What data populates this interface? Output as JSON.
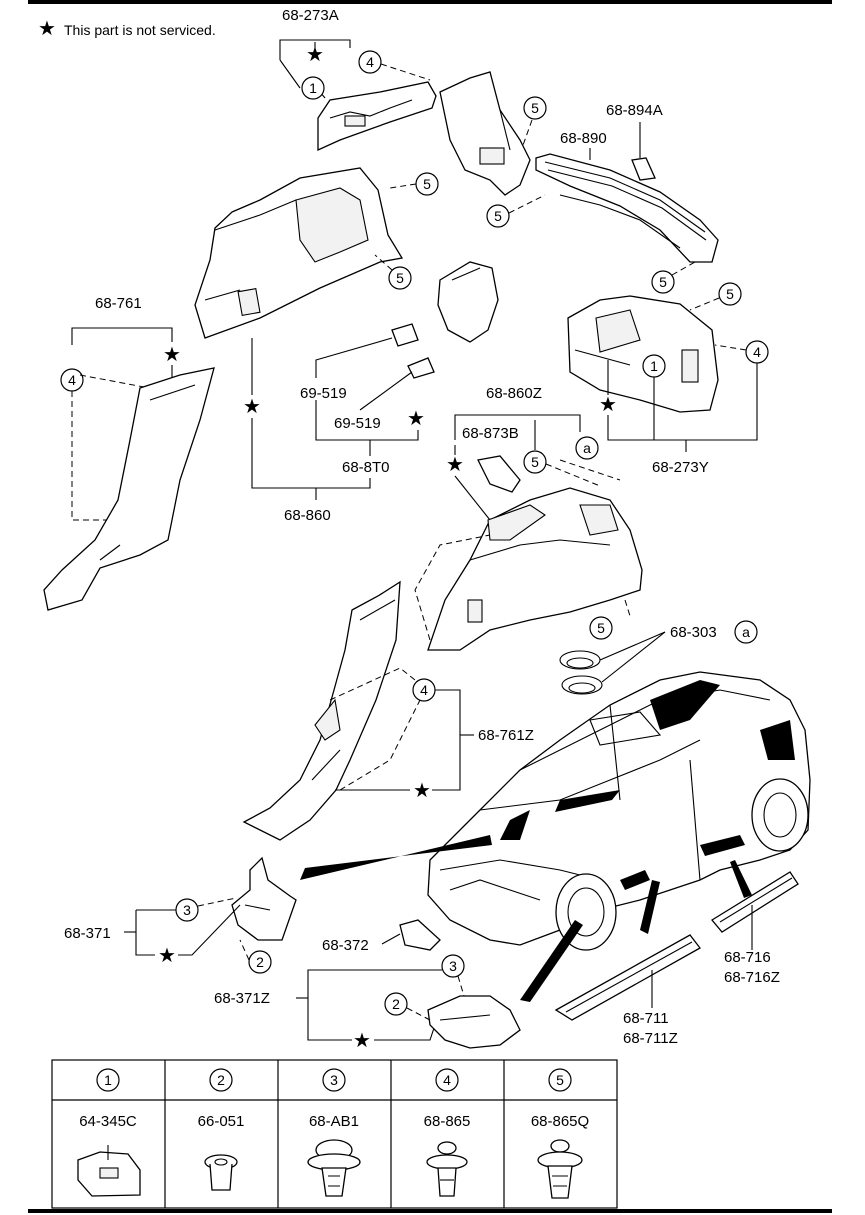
{
  "note": "This part is not serviced.",
  "callouts": {
    "p273A": "68-273A",
    "p894A": "68-894A",
    "p890": "68-890",
    "p761": "68-761",
    "p519a": "69-519",
    "p519b": "69-519",
    "p8T0": "68-8T0",
    "p860": "68-860",
    "p860Z": "68-860Z",
    "p873B": "68-873B",
    "p273Y": "68-273Y",
    "p303": "68-303",
    "p761Z": "68-761Z",
    "p371": "68-371",
    "p372": "68-372",
    "p371Z": "68-371Z",
    "p716": "68-716",
    "p716Z": "68-716Z",
    "p711": "68-711",
    "p711Z": "68-711Z"
  },
  "markers": {
    "one": "1",
    "two": "2",
    "three": "3",
    "four": "4",
    "five": "5",
    "a": "a"
  },
  "legend": [
    {
      "key": "1",
      "part": "64-345C"
    },
    {
      "key": "2",
      "part": "66-051"
    },
    {
      "key": "3",
      "part": "68-AB1"
    },
    {
      "key": "4",
      "part": "68-865"
    },
    {
      "key": "5",
      "part": "68-865Q"
    }
  ]
}
